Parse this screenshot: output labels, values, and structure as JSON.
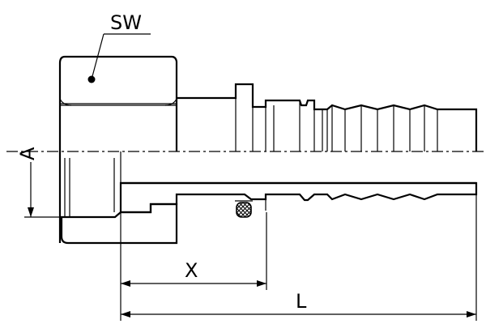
{
  "labels": {
    "sw": "SW",
    "a": "A",
    "x": "X",
    "l": "L"
  }
}
